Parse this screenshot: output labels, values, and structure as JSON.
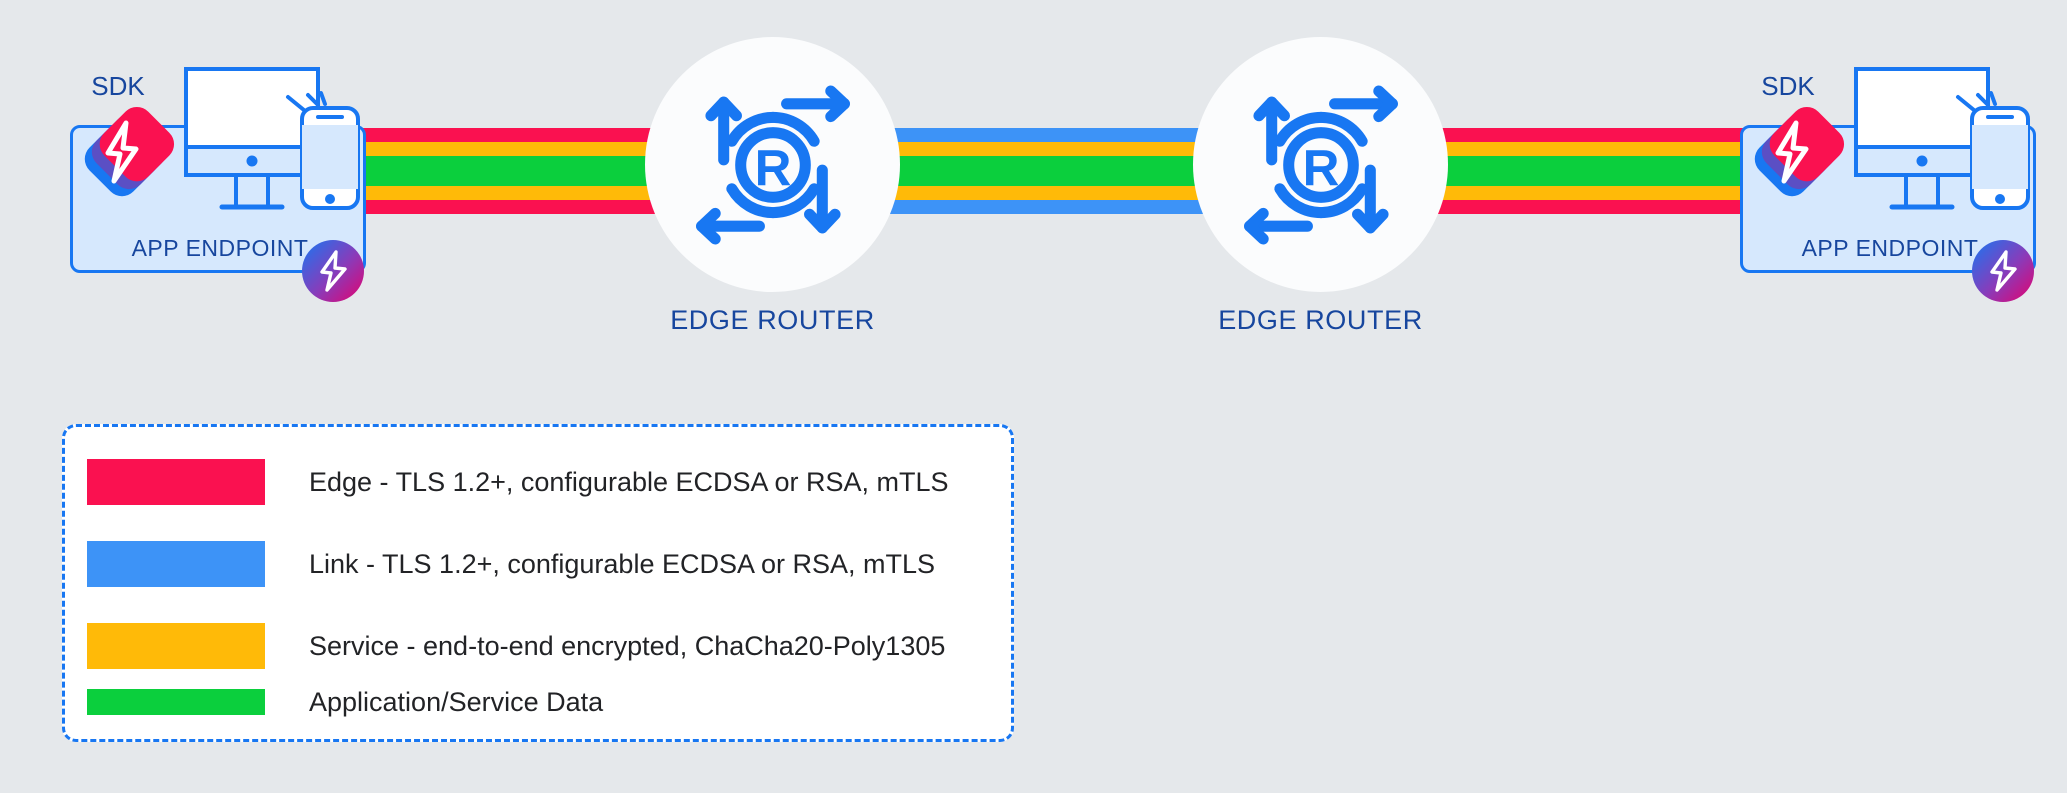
{
  "diagram": {
    "background_color": "#e5e8eb",
    "endpoints": [
      {
        "id": "left",
        "sdk_label": "SDK",
        "box_label": "APP ENDPOINT",
        "sdk_icon": "sdk-stack-icon",
        "badge_icon": "ziti-bolt-badge-icon",
        "device_icon": "monitor-and-phone-icon"
      },
      {
        "id": "right",
        "sdk_label": "SDK",
        "box_label": "APP ENDPOINT",
        "sdk_icon": "sdk-stack-icon",
        "badge_icon": "ziti-bolt-badge-icon",
        "device_icon": "monitor-and-phone-icon"
      }
    ],
    "routers": [
      {
        "id": "router-1",
        "label": "EDGE ROUTER",
        "icon": "edge-router-icon"
      },
      {
        "id": "router-2",
        "label": "EDGE ROUTER",
        "icon": "edge-router-icon"
      }
    ],
    "segments": [
      {
        "id": "left-edge",
        "type": "edge",
        "layers": [
          "edge",
          "service",
          "data",
          "service",
          "edge"
        ]
      },
      {
        "id": "router-link",
        "type": "link",
        "layers": [
          "link",
          "service",
          "data",
          "service",
          "link"
        ]
      },
      {
        "id": "right-edge",
        "type": "edge",
        "layers": [
          "edge",
          "service",
          "data",
          "service",
          "edge"
        ]
      }
    ]
  },
  "legend": {
    "items": [
      {
        "color": "#fa1150",
        "label": "Edge - TLS 1.2+, configurable ECDSA or RSA, mTLS"
      },
      {
        "color": "#3d93f7",
        "label": "Link - TLS 1.2+, configurable ECDSA or RSA, mTLS"
      },
      {
        "color": "#ffba08",
        "label": "Service - end-to-end encrypted, ChaCha20-Poly1305"
      },
      {
        "color": "#0bcf3d",
        "label": "Application/Service Data"
      }
    ]
  },
  "colors": {
    "edge_red": "#fa1150",
    "link_blue": "#3d93f7",
    "service_yellow": "#ffba08",
    "data_green": "#0bcf3d",
    "primary_blue": "#1877f2",
    "label_navy": "#17469e",
    "endpoint_fill": "#d6e8fd",
    "router_disc": "#fbfcfd"
  }
}
